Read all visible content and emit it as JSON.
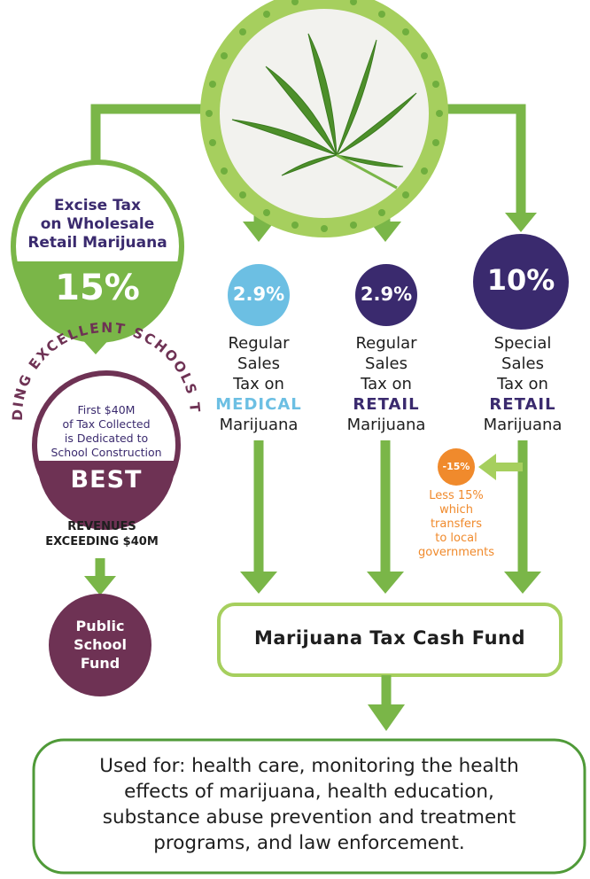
{
  "excise": {
    "title_line1": "Excise Tax",
    "title_line2": "on Wholesale",
    "title_line3": "Retail Marijuana",
    "percent": "15%"
  },
  "best": {
    "arc_text": "BUILDING EXCELLENT SCHOOLS TODAY",
    "line1": "First $40M",
    "line2": "of Tax Collected",
    "line3": "is Dedicated to",
    "line4": "School Construction",
    "acronym": "BEST"
  },
  "revenues": {
    "line1": "REVENUES",
    "line2": "EXCEEDING $40M"
  },
  "public_school_fund": {
    "line1": "Public",
    "line2": "School",
    "line3": "Fund"
  },
  "medical_tax": {
    "percent": "2.9%",
    "line1": "Regular",
    "line2": "Sales",
    "line3": "Tax on",
    "line4": "MEDICAL",
    "line5": "Marijuana"
  },
  "retail_tax": {
    "percent": "2.9%",
    "line1": "Regular",
    "line2": "Sales",
    "line3": "Tax on",
    "line4": "RETAIL",
    "line5": "Marijuana"
  },
  "special_tax": {
    "percent": "10%",
    "line1": "Special",
    "line2": "Sales",
    "line3": "Tax on",
    "line4": "RETAIL",
    "line5": "Marijuana"
  },
  "local_share": {
    "percent": "-15%",
    "line1": "Less 15%",
    "line2": "which",
    "line3": "transfers",
    "line4": "to local",
    "line5": "governments"
  },
  "cash_fund": {
    "label": "Marijuana Tax Cash Fund"
  },
  "uses": {
    "line1": "Used for: health care, monitoring the health",
    "line2": "effects of marijuana, health education,",
    "line3": "substance abuse prevention and treatment",
    "line4": "programs, and law enforcement."
  },
  "colors": {
    "green": "#7ab648",
    "light_green": "#a6cf5e",
    "purple_dark": "#3a2a6e",
    "maroon": "#6e3254",
    "light_blue": "#6cbfe3",
    "orange": "#f08a2c"
  }
}
